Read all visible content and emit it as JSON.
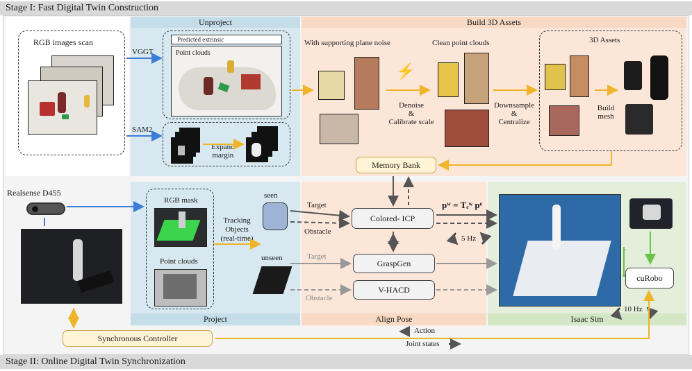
{
  "stage1_title": "Stage I: Fast Digital Twin Construction",
  "stage2_title": "Stage II: Online Digital Twin Synchronization",
  "rgb_scan_label": "RGB images scan",
  "unproject_title": "Unproject",
  "build_assets_title": "Build 3D Assets",
  "vggt_label": "VGGT",
  "sam2_label": "SAM2",
  "predicted_extrinsic": "Predicted extrinsic",
  "point_clouds": "Point clouds",
  "expand_margin": [
    "Expand",
    "margin"
  ],
  "plane_noise_label": "With supporting plane noise",
  "clean_pc_label": "Clean point clouds",
  "assets_3d_label": "3D Assets",
  "denoise_label": [
    "Denoise",
    "&",
    "Calibrate scale"
  ],
  "downsample_label": [
    "Downsample",
    "&",
    "Centralize"
  ],
  "build_mesh_label": [
    "Build",
    "mesh"
  ],
  "memory_bank": "Memory Bank",
  "realsense_label": "Realsense D455",
  "rgb_mask": "RGB mask",
  "point_clouds_2": "Point clouds",
  "tracking_label": [
    "Tracking",
    "Objects",
    "(real-time)"
  ],
  "seen_label": "seen",
  "unseen_label": "unseen",
  "target_label": "Target",
  "obstacle_label": "Obstacle",
  "target_label_2": "Target",
  "obstacle_label_2": "Obstacle",
  "colored_icp": "Colored- ICP",
  "graspgen": "GraspGen",
  "vhacd": "V-HACD",
  "equation": "pʷ = Tₑʷ pᵉ",
  "freq_5hz": "5 Hz",
  "freq_10hz": "10 Hz",
  "curobo": "cuRobo",
  "project_title": "Project",
  "align_pose_title": "Align Pose",
  "isaac_sim_title": "Isaac Sim",
  "sync_controller": "Synchronous Controller",
  "action_label": "Action",
  "joint_states_label": "Joint states",
  "colors": {
    "blue_panel": "#d7e8f0",
    "peach_panel": "#fbe6d8",
    "green_panel": "#e3efdb",
    "yellow_arrow": "#f0b429",
    "blue_arrow": "#3b7dd8",
    "green_arrow": "#6cc24a"
  }
}
